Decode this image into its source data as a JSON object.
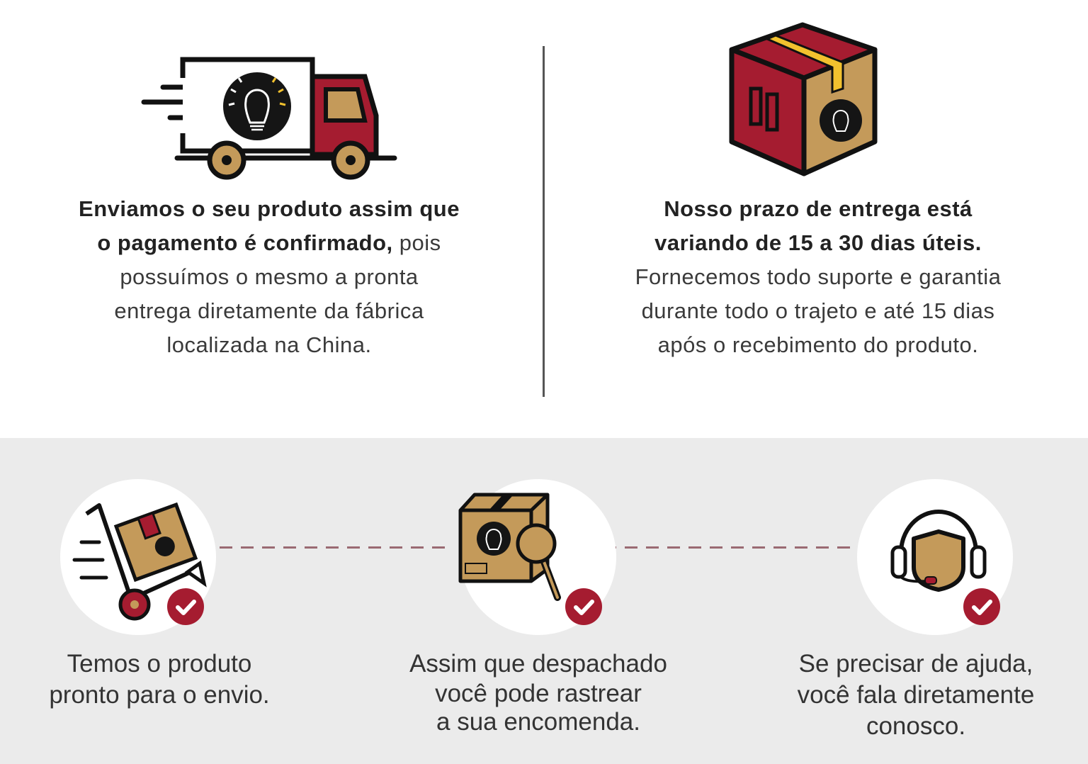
{
  "left_block": {
    "bold_1": "Enviamos o seu produto assim que",
    "bold_2": "o pagamento é confirmado,",
    "regular_2": " pois",
    "line_3": "possuímos o mesmo a pronta",
    "line_4": "entrega diretamente da fábrica",
    "line_5": "localizada na China."
  },
  "right_block": {
    "bold_1": "Nosso prazo de entrega está",
    "bold_2": "variando de 15 a 30 dias úteis.",
    "line_3": "Fornecemos todo suporte e garantia",
    "line_4": "durante todo o trajeto e até 15 dias",
    "line_5": "após o recebimento do produto."
  },
  "steps": [
    {
      "icon": "hand-truck-box-icon",
      "line_1": "Temos o produto",
      "line_2": "pronto para o envio."
    },
    {
      "icon": "box-magnifier-icon",
      "line_1": "Assim que despachado",
      "line_2": "você pode rastrear",
      "line_3": "a sua encomenda."
    },
    {
      "icon": "support-agent-icon",
      "line_1": "Se precisar de ajuda,",
      "line_2": "você fala diretamente",
      "line_3": "conosco."
    }
  ],
  "colors": {
    "brand_red": "#a51c30",
    "tan": "#c49a5a",
    "gray_bg": "#ebebeb"
  }
}
